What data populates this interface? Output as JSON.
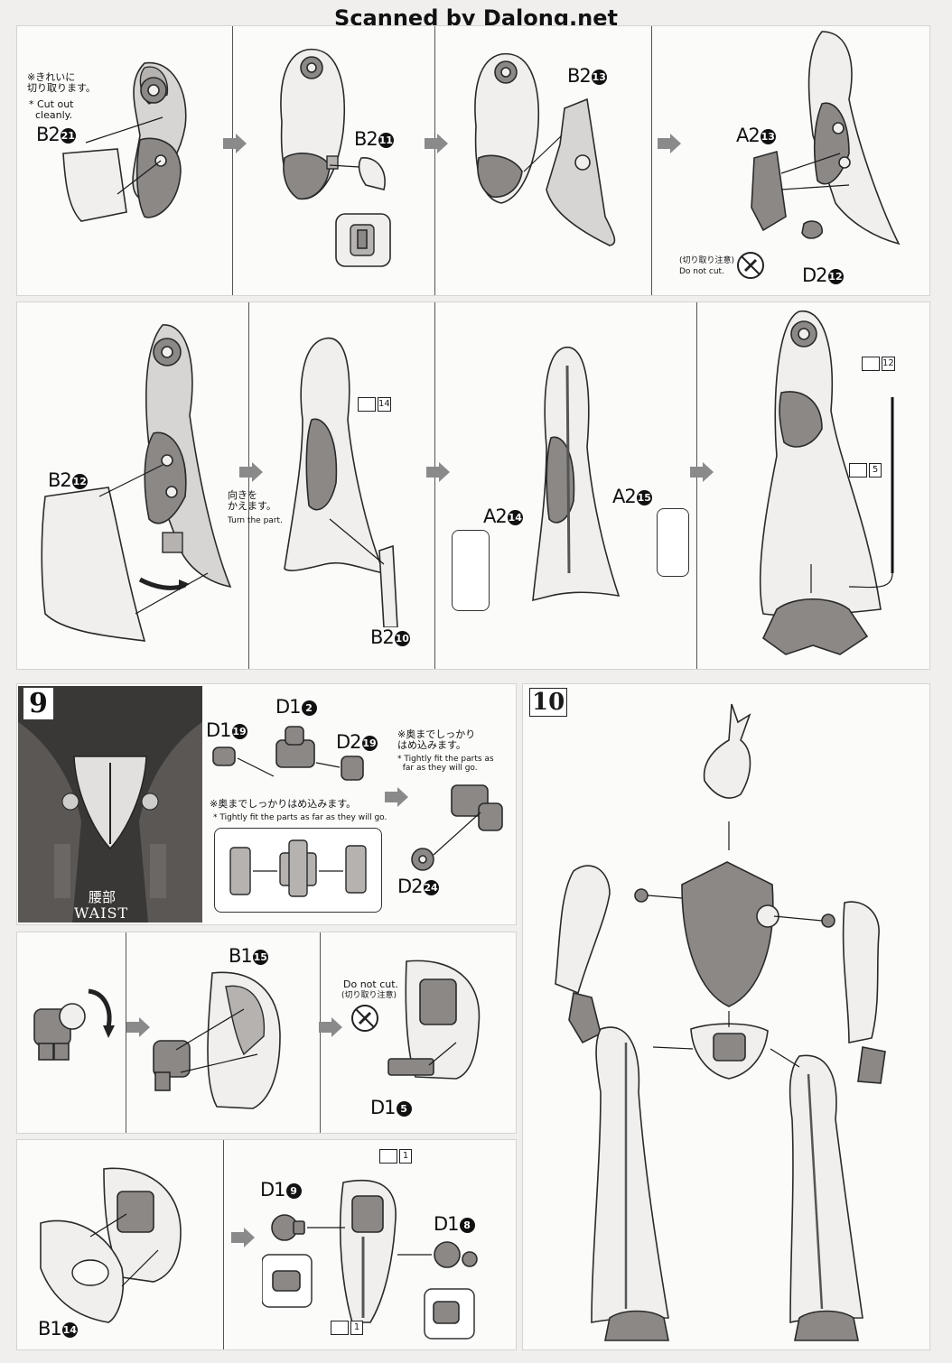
{
  "header": {
    "scan_credit": "Scanned by Dalong.net"
  },
  "labels": {
    "b2_21": {
      "text": "B2",
      "num": "21"
    },
    "b2_11": {
      "text": "B2",
      "num": "11"
    },
    "b2_13": {
      "text": "B2",
      "num": "13"
    },
    "a2_13": {
      "text": "A2",
      "num": "13"
    },
    "d2_12": {
      "text": "D2",
      "num": "12"
    },
    "b2_12": {
      "text": "B2",
      "num": "12"
    },
    "b2_10": {
      "text": "B2",
      "num": "10"
    },
    "a2_14": {
      "text": "A2",
      "num": "14"
    },
    "a2_15": {
      "text": "A2",
      "num": "15"
    },
    "d1_19": {
      "text": "D1",
      "num": "19"
    },
    "d1_2": {
      "text": "D1",
      "num": "2"
    },
    "d2_19": {
      "text": "D2",
      "num": "19"
    },
    "d2_24": {
      "text": "D2",
      "num": "24"
    },
    "b1_15": {
      "text": "B1",
      "num": "15"
    },
    "d1_5": {
      "text": "D1",
      "num": "5"
    },
    "d1_9": {
      "text": "D1",
      "num": "9"
    },
    "d1_8": {
      "text": "D1",
      "num": "8"
    },
    "b1_14": {
      "text": "B1",
      "num": "14"
    }
  },
  "notes": {
    "cut_clean_jp": "※きれいに\n切り取ります。",
    "cut_clean_en": "* Cut out\n  cleanly.",
    "do_not_cut_jp": "(切り取り注意)",
    "do_not_cut_en": "Do not cut.",
    "turn_part_jp": "向きを\nかえます。",
    "turn_part_en": "Turn the part.",
    "tight_fit_jp_1": "※奥までしっかり\nはめ込みます。",
    "tight_fit_en_1": "* Tightly fit the parts as\n  far as they will go.",
    "tight_fit_jp_2": "※奥までしっかりはめ込みます。",
    "tight_fit_en_2": "* Tightly fit the parts as far as they will go.",
    "do_not_cut_en_2": "Do not cut.",
    "do_not_cut_jp_2": "(切り取り注意)"
  },
  "seals": {
    "s12": "12",
    "s14": "14",
    "s5": "5",
    "s1a": "1",
    "s1b": "1"
  },
  "steps": {
    "step9": {
      "number": "9",
      "title_jp": "腰部",
      "title_en": "WAIST"
    },
    "step10": {
      "number": "10"
    }
  },
  "colors": {
    "paper": "#f1efee",
    "panel": "#fbfbfa",
    "ink": "#1a1a1a",
    "part_light": "#d7d5d3",
    "part_dark": "#8c8886",
    "arrow": "#8a8a8a"
  }
}
